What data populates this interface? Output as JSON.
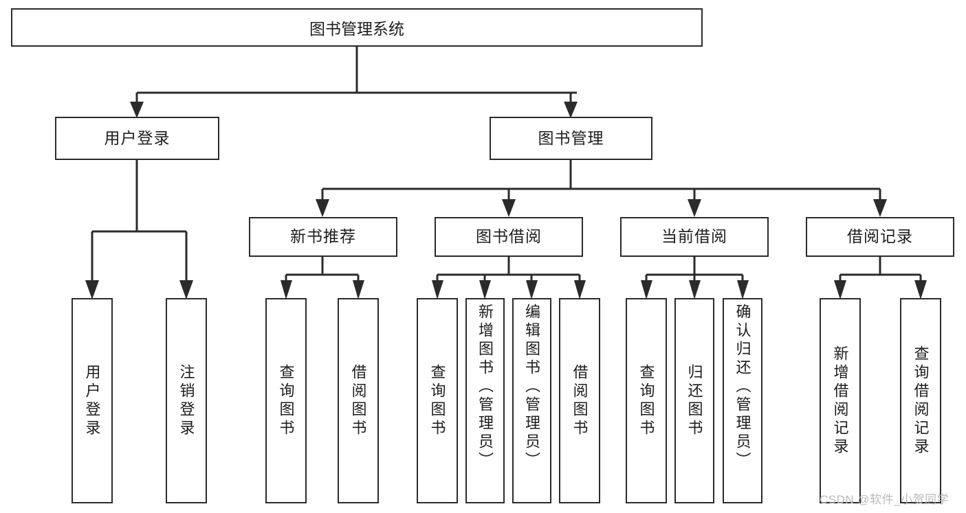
{
  "diagram": {
    "title": "图书管理系统",
    "root": {
      "label": "图书管理系统"
    },
    "level1": [
      {
        "label": "用户登录"
      },
      {
        "label": "图书管理"
      }
    ],
    "level2": [
      {
        "label": "新书推荐"
      },
      {
        "label": "图书借阅"
      },
      {
        "label": "当前借阅"
      },
      {
        "label": "借阅记录"
      }
    ],
    "leaves": [
      {
        "label": "用户登录",
        "parent": "用户登录"
      },
      {
        "label": "注销登录",
        "parent": "用户登录"
      },
      {
        "label": "查询图书",
        "parent": "新书推荐"
      },
      {
        "label": "借阅图书",
        "parent": "新书推荐"
      },
      {
        "label": "查询图书",
        "parent": "图书借阅"
      },
      {
        "label": "新增图书（管理员）",
        "parent": "图书借阅"
      },
      {
        "label": "编辑图书（管理员）",
        "parent": "图书借阅"
      },
      {
        "label": "借阅图书",
        "parent": "图书借阅"
      },
      {
        "label": "查询图书",
        "parent": "当前借阅"
      },
      {
        "label": "归还图书",
        "parent": "当前借阅"
      },
      {
        "label": "确认归还（管理员）",
        "parent": "当前借阅"
      },
      {
        "label": "新增借阅记录",
        "parent": "借阅记录"
      },
      {
        "label": "查询借阅记录",
        "parent": "借阅记录"
      }
    ],
    "watermark": "CSDN @软件_小贺同学",
    "colors": {
      "stroke": "#2b2b2b",
      "background": "#ffffff",
      "text": "#1d1d1d",
      "watermark": "#b9b9b9"
    }
  }
}
